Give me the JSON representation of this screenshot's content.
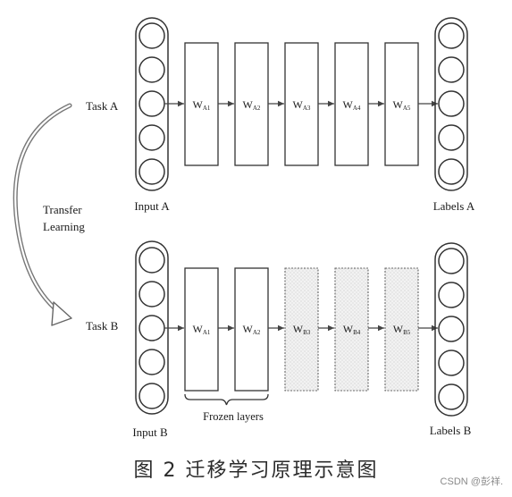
{
  "task_a": {
    "label": "Task A",
    "input_label": "Input A",
    "output_label": "Labels A",
    "layers": [
      {
        "base": "W",
        "sub": "A1"
      },
      {
        "base": "W",
        "sub": "A2"
      },
      {
        "base": "W",
        "sub": "A3"
      },
      {
        "base": "W",
        "sub": "A4"
      },
      {
        "base": "W",
        "sub": "A5"
      }
    ]
  },
  "task_b": {
    "label": "Task B",
    "input_label": "Input B",
    "output_label": "Labels B",
    "layers": [
      {
        "base": "W",
        "sub": "A1",
        "frozen": true
      },
      {
        "base": "W",
        "sub": "A2",
        "frozen": true
      },
      {
        "base": "W",
        "sub": "B3",
        "frozen": false
      },
      {
        "base": "W",
        "sub": "B4",
        "frozen": false
      },
      {
        "base": "W",
        "sub": "B5",
        "frozen": false
      }
    ]
  },
  "transfer_label_line1": "Transfer",
  "transfer_label_line2": "Learning",
  "frozen_label": "Frozen layers",
  "caption": "图 2   迁移学习原理示意图",
  "watermark": "CSDN @彭祥."
}
